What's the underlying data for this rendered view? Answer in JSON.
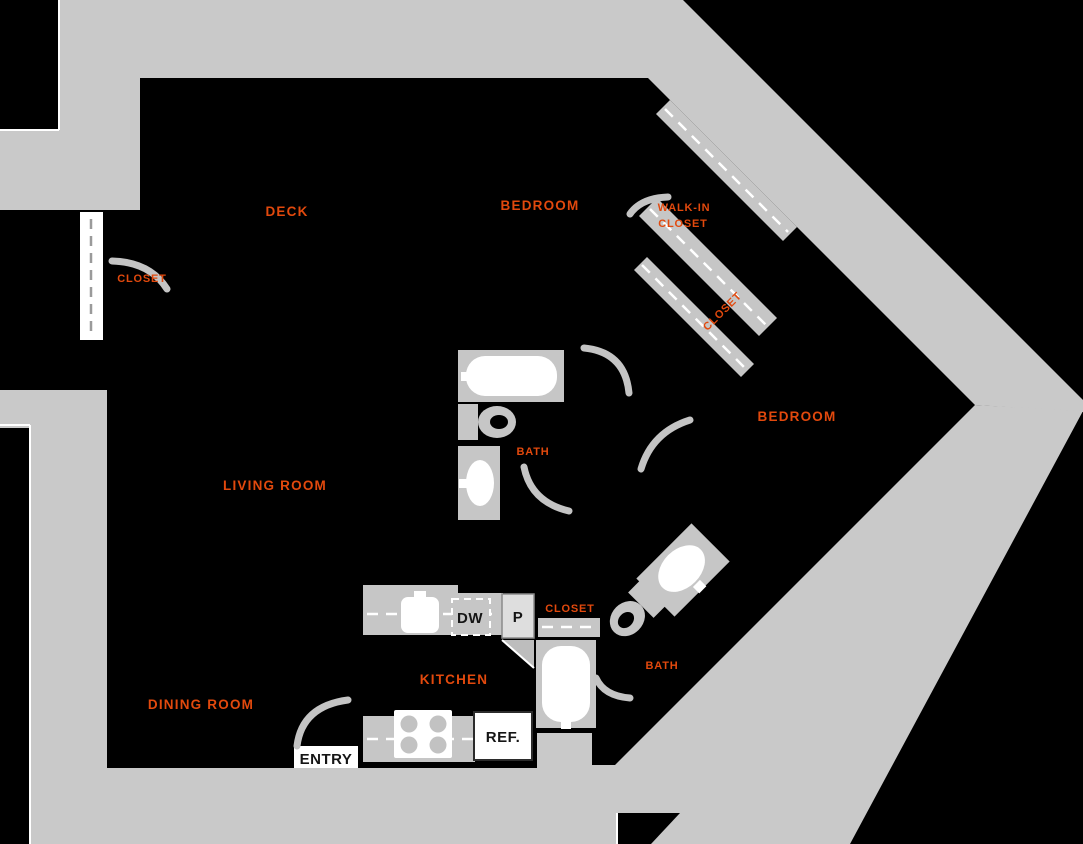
{
  "title": "Apartment floor plan",
  "colors": {
    "floor": "#000000",
    "deck": "#C9C9C9",
    "fixture": "#C6C6C6",
    "door_arc": "#C4C4C4",
    "accent_orange": "#E2490D",
    "label_dark": "#151515"
  },
  "room_labels": {
    "deck": "DECK",
    "bedroom_top": "BEDROOM",
    "walk_in_closet_line1": "WALK-IN",
    "walk_in_closet_line2": "CLOSET",
    "closet_left": "CLOSET",
    "closet_angled": "CLOSET",
    "bedroom_right": "BEDROOM",
    "living_room": "LIVING ROOM",
    "bath_main": "BATH",
    "closet_hall": "CLOSET",
    "bath_second": "BATH",
    "kitchen": "KITCHEN",
    "dining_room": "DINING ROOM"
  },
  "appliance_labels": {
    "dishwasher": "DW",
    "pantry": "P",
    "refrigerator": "REF.",
    "entry": "ENTRY"
  }
}
